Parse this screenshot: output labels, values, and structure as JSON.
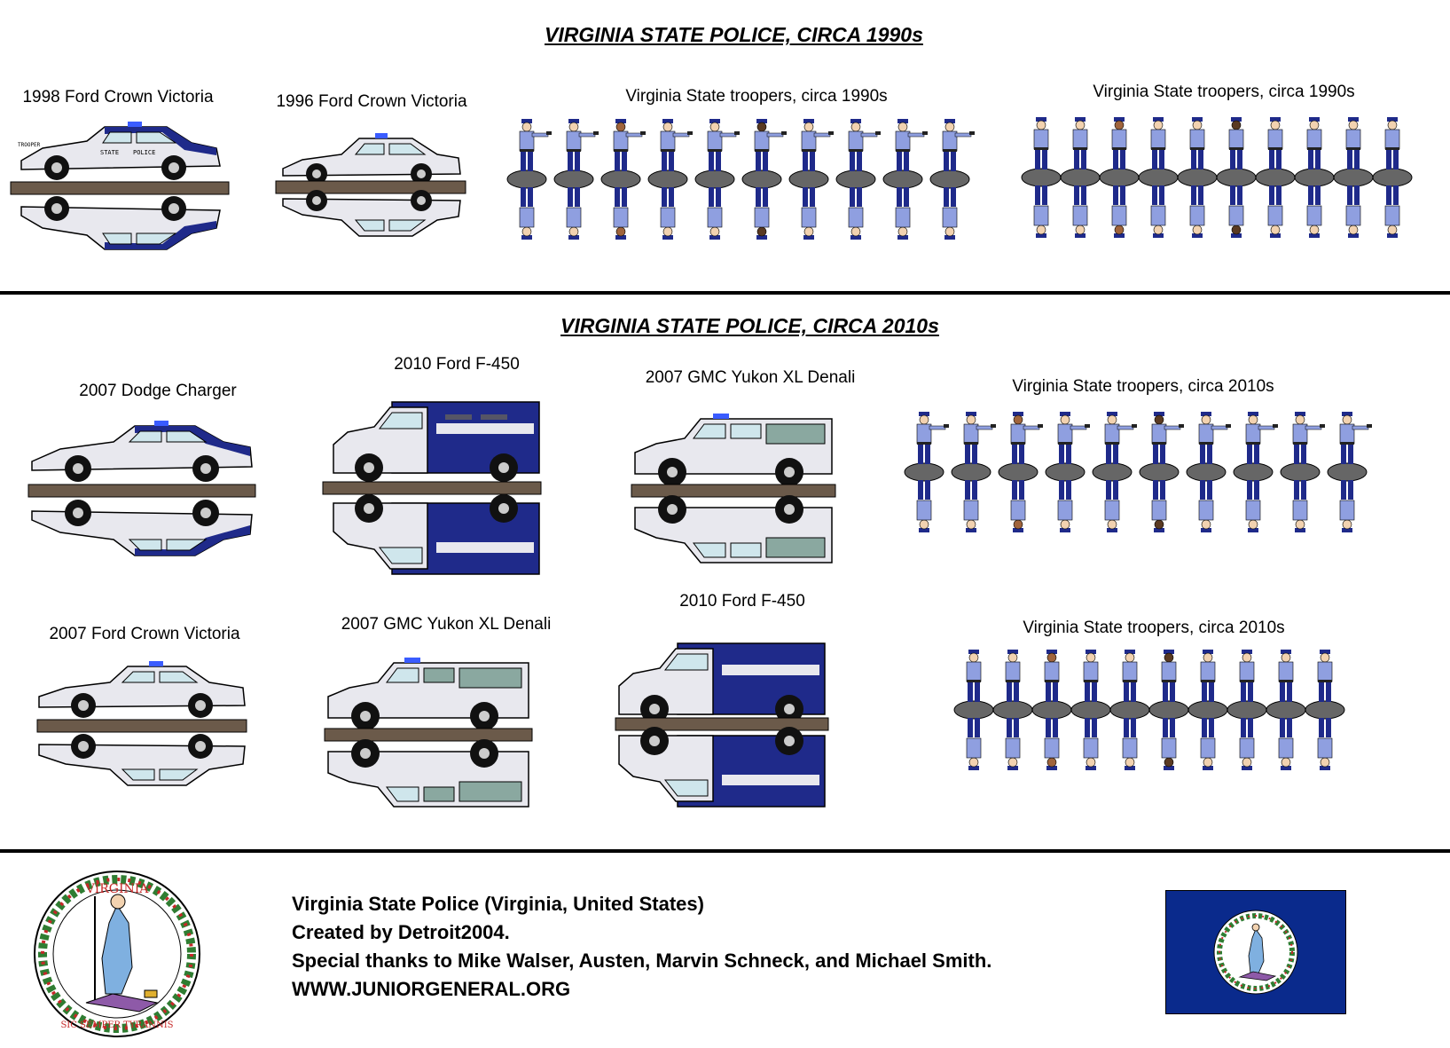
{
  "sections": [
    {
      "title": "VIRGINIA STATE POLICE, CIRCA 1990s"
    },
    {
      "title": "VIRGINIA STATE POLICE, CIRCA 2010s"
    }
  ],
  "labels": {
    "v98cv": "1998 Ford Crown Victoria",
    "v96cv": "1996 Ford Crown Victoria",
    "tr90a": "Virginia State troopers, circa 1990s",
    "tr90b": "Virginia State troopers, circa 1990s",
    "charger": "2007 Dodge Charger",
    "f450a": "2010 Ford F-450",
    "yukona": "2007 GMC Yukon XL Denali",
    "tr10a": "Virginia State troopers, circa 2010s",
    "cv07": "2007 Ford Crown Victoria",
    "yukonb": "2007 GMC Yukon XL Denali",
    "f450b": "2010 Ford F-450",
    "tr10b": "Virginia State troopers, circa 2010s"
  },
  "decals": {
    "state": "STATE",
    "police": "POLICE",
    "trooper": "TROOPER"
  },
  "credits": {
    "line1": "Virginia State Police (Virginia, United States)",
    "line2": "Created by Detroit2004.",
    "line3": "Special thanks to Mike Walser, Austen, Marvin Schneck, and Michael Smith.",
    "line4": "WWW.JUNIORGENERAL.ORG"
  },
  "seal": {
    "top_text": "VIRGINIA",
    "motto": "SIC SEMPER TYRANNIS"
  },
  "colors": {
    "navy": "#1f2a8a",
    "uniform": "#8f9fe0",
    "flag": "#0a2a8c",
    "base": "#6b5a4a",
    "car": "#e8e8ee",
    "wreath": "#2f7d32",
    "seal_ring": "#c62828"
  }
}
